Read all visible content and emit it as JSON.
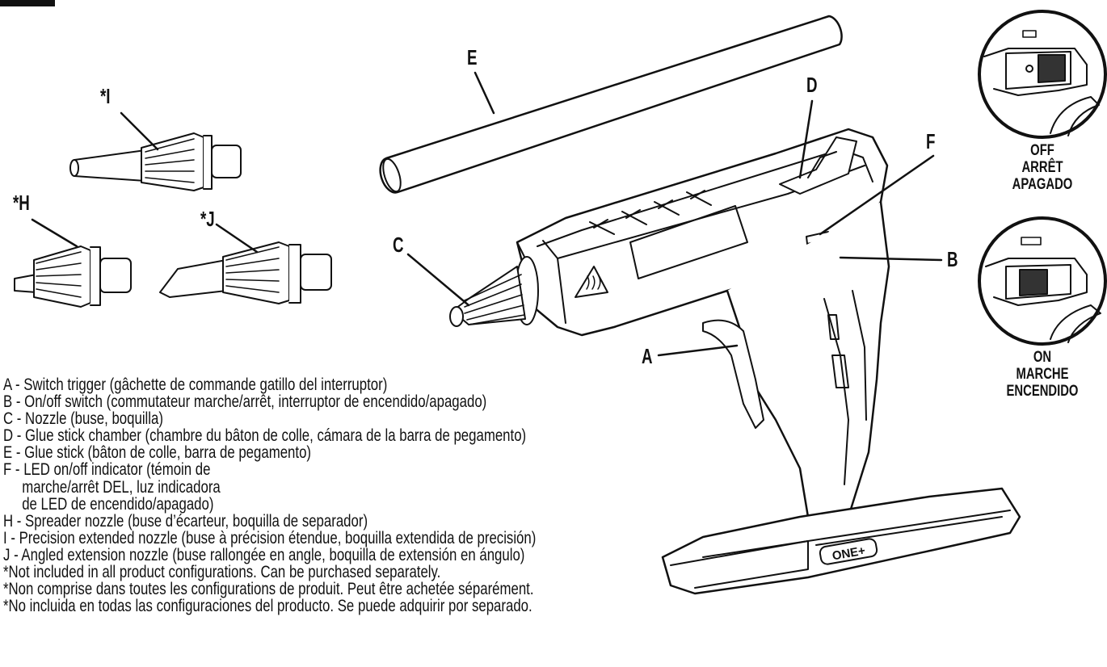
{
  "labels": {
    "A": "A",
    "B": "B",
    "C": "C",
    "D": "D",
    "E": "E",
    "F": "F",
    "H": "*H",
    "I": "*I",
    "J": "*J"
  },
  "switch_states": {
    "off": [
      "OFF",
      "ARRÊT",
      "APAGADO"
    ],
    "on": [
      "ON",
      "MARCHE",
      "ENCENDIDO"
    ]
  },
  "logo_text": "ONE+",
  "legend": {
    "items": [
      "A - Switch trigger (gâchette de commande gatillo del interruptor)",
      "B - On/off switch (commutateur marche/arrêt, interruptor de encendido/apagado)",
      "C - Nozzle (buse, boquilla)",
      "D - Glue stick chamber (chambre du bâton de colle, cámara de la barra de pegamento)",
      "E - Glue stick (bâton de colle, barra de pegamento)",
      "F - LED on/off indicator (témoin de",
      "marche/arrêt DEL, luz indicadora",
      "de LED de encendido/apagado)",
      "H - Spreader nozzle (buse d’écarteur, boquilla de separador)",
      "I  - Precision extended nozzle (buse à précision étendue, boquilla extendida de precisión)",
      "J - Angled extension nozzle (buse rallongée en angle, boquilla de extensión en ángulo)"
    ],
    "notes": [
      "*Not included in all product configurations. Can be purchased separately.",
      "*Non comprise dans toutes les configurations de produit. Peut être achetée séparément.",
      "*No incluida en todas las configuraciones del producto. Se puede adquirir por separado."
    ]
  }
}
